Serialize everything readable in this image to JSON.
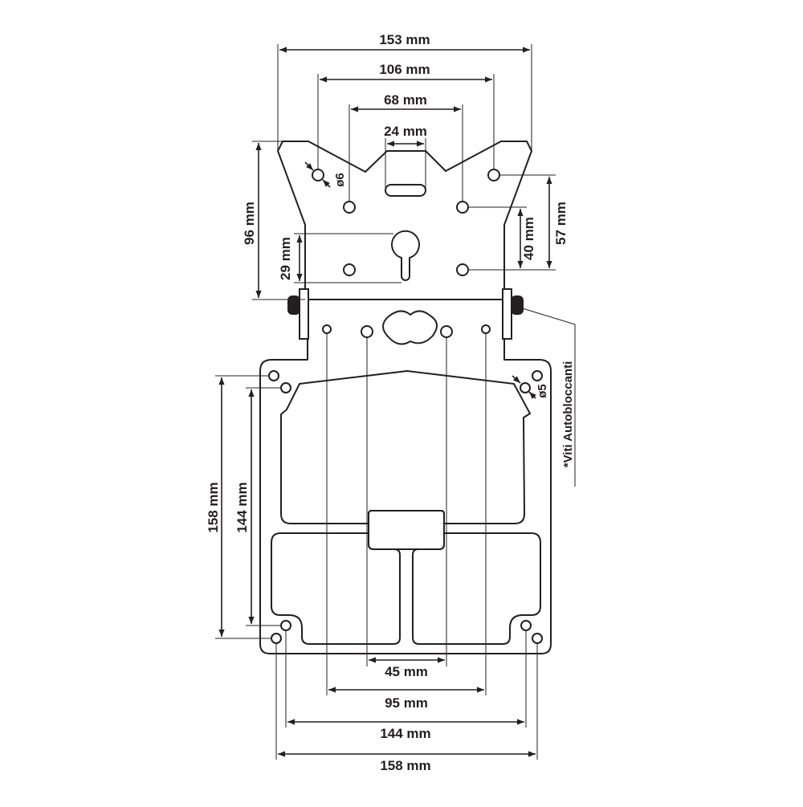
{
  "dimensions": {
    "top_width": "153 mm",
    "vesa_106": "106 mm",
    "vesa_68": "68 mm",
    "slot_24": "24 mm",
    "hole_d6": "ø6",
    "height_96": "96 mm",
    "height_29": "29 mm",
    "height_40": "40 mm",
    "height_57": "57 mm",
    "height_158": "158 mm",
    "height_144": "144 mm",
    "hole_d5": "ø5",
    "bottom_45": "45 mm",
    "bottom_95": "95 mm",
    "bottom_144": "144 mm",
    "bottom_158": "158 mm"
  },
  "note": "*Viti Autobloccanti"
}
